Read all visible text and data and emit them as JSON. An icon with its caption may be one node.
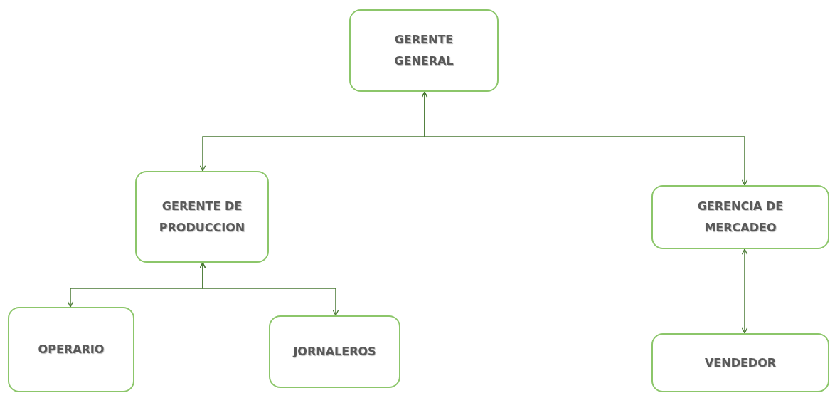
{
  "diagram": {
    "nodes": [
      {
        "text": [
          "GERENTE GENERAL"
        ]
      },
      {
        "text": [
          "GERENTE DE PRODUCCION"
        ]
      },
      {
        "text": [
          "GERENCIA DE MERCADEO"
        ]
      },
      {
        "text": [
          "OPERARIO"
        ]
      },
      {
        "text": [
          "JORNALEROS"
        ]
      },
      {
        "text": [
          "VENDEDOR"
        ]
      }
    ],
    "edges": [
      {
        "from": 0,
        "to": 1,
        "arrow": "both"
      },
      {
        "from": 0,
        "to": 2,
        "arrow": "both"
      },
      {
        "from": 1,
        "to": 3,
        "arrow": "both"
      },
      {
        "from": 1,
        "to": 4,
        "arrow": "both"
      },
      {
        "from": 2,
        "to": 5,
        "arrow": "both"
      }
    ]
  }
}
